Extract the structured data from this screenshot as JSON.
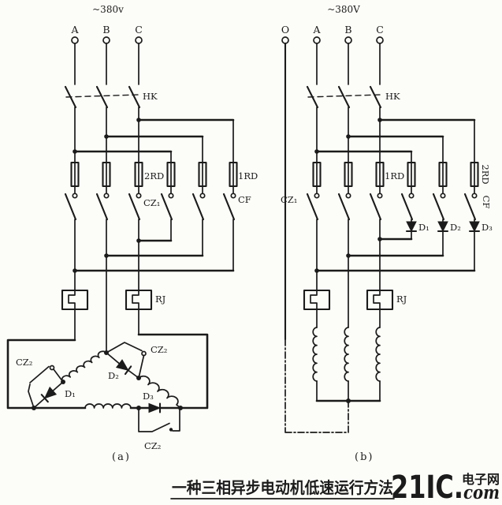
{
  "colors": {
    "ink": "#1b1b1b",
    "paper": "#fcfcf8",
    "logo_pink": "#e59c9c"
  },
  "circuit_a": {
    "voltage": "~380v",
    "terminals": [
      "A",
      "B",
      "C"
    ],
    "switch_label": "HK",
    "fuse_group_label": "2RD",
    "fuse_tap_label": "1RD",
    "contactor_label": "CZ₁",
    "cf_label": "CF",
    "relay_label": "RJ",
    "bypass_label": "CZ₂",
    "diode_labels": [
      "D₁",
      "D₂",
      "D₃"
    ],
    "caption": "(a)"
  },
  "circuit_b": {
    "voltage": "~380V",
    "terminals": [
      "O",
      "A",
      "B",
      "C"
    ],
    "switch_label": "HK",
    "fuse_group_label": "1RD",
    "fuse_tap_label": "2RD",
    "contactor_label": "CZ₁",
    "cf_label": "CF",
    "relay_label": "RJ",
    "diode_labels": [
      "D₁",
      "D₂",
      "D₃"
    ],
    "caption": "(b)"
  },
  "footer": {
    "title": "一种三相异步电动机低速运行方法",
    "logo_main": "21IC.",
    "logo_top": "电子网",
    "logo_sub": "com"
  }
}
